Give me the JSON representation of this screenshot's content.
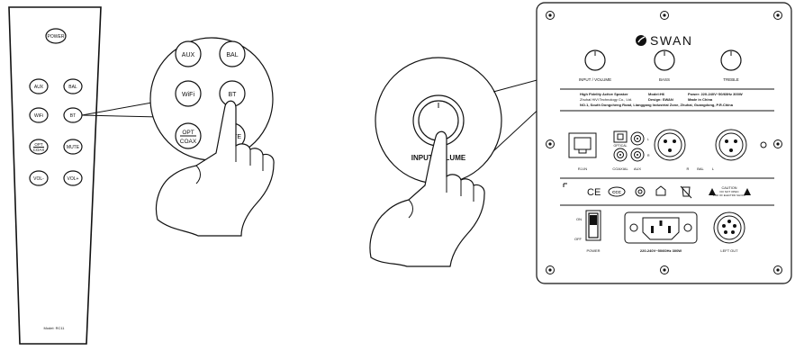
{
  "remote": {
    "power": "POWER",
    "aux": "AUX",
    "bal": "BAL",
    "wifi": "WiFi",
    "bt": "BT",
    "opt": "OPT",
    "coax": "COAX",
    "mute": "MUTE",
    "vol_down": "VOL-",
    "vol_up": "VOL+",
    "model": "Model: RC11"
  },
  "zoom_remote": {
    "aux": "AUX",
    "bal": "BAL",
    "wifi": "WiFi",
    "bt": "BT",
    "opt": "OPT",
    "coax": "COAX",
    "mute": "UTE"
  },
  "zoom_knob": {
    "label": "INPUT/VOLUME"
  },
  "panel": {
    "brand": "SWAN",
    "knob_input": "INPUT / VOLUME",
    "knob_bass": "BASS",
    "knob_treble": "TREBLE",
    "info_line1a": "High Fidelity Active Speaker",
    "info_line1b": "Model:H6",
    "info_line1c": "Power: 220-240V~50/60Hz 300W",
    "info_line2a": "Zhuhai HiVi Technology Co., Ltd.",
    "info_line2b": "Design: SWAN",
    "info_line2c": "Made in China",
    "info_line3": "NO.1, South Dongcheng Road, Lianggang Industrial Zone, Zhuhai, Guangdong, P.R.China",
    "port_rj": "RJ-IN",
    "port_optical": "OPTICAL",
    "port_coaxial": "COAXIAL",
    "port_aux": "AUX",
    "aux_l": "L",
    "aux_r": "R",
    "port_bal": "BAL",
    "bal_r": "R",
    "bal_l": "L",
    "cert_ce": "CE",
    "cert_ccc": "CCC",
    "caution": "CAUTION",
    "caution_2": "DO NOT OPEN",
    "caution_3": "RISK OF ELECTRIC SHOCK",
    "switch_on": "ON",
    "switch_off": "OFF",
    "power_label": "POWER",
    "ac_label": "220-240V~50/60Hz 300W",
    "left_out": "LEFT OUT"
  }
}
